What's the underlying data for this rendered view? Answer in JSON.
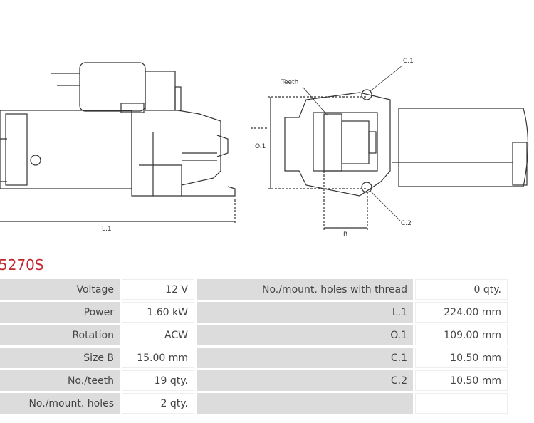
{
  "part_number": "5270S",
  "diagram_labels": {
    "length": "L.1",
    "height": "O.1",
    "size_b": "B",
    "hole1": "C.1",
    "hole2": "C.2",
    "teeth": "Teeth"
  },
  "specs": [
    {
      "label": "Voltage",
      "value": "12 V",
      "label2": "No./mount. holes with thread",
      "value2": "0 qty."
    },
    {
      "label": "Power",
      "value": "1.60 kW",
      "label2": "L.1",
      "value2": "224.00 mm"
    },
    {
      "label": "Rotation",
      "value": "ACW",
      "label2": "O.1",
      "value2": "109.00 mm"
    },
    {
      "label": "Size B",
      "value": "15.00 mm",
      "label2": "C.1",
      "value2": "10.50 mm"
    },
    {
      "label": "No./teeth",
      "value": "19 qty.",
      "label2": "C.2",
      "value2": "10.50 mm"
    },
    {
      "label": "No./mount. holes",
      "value": "2 qty.",
      "label2": "",
      "value2": ""
    }
  ]
}
